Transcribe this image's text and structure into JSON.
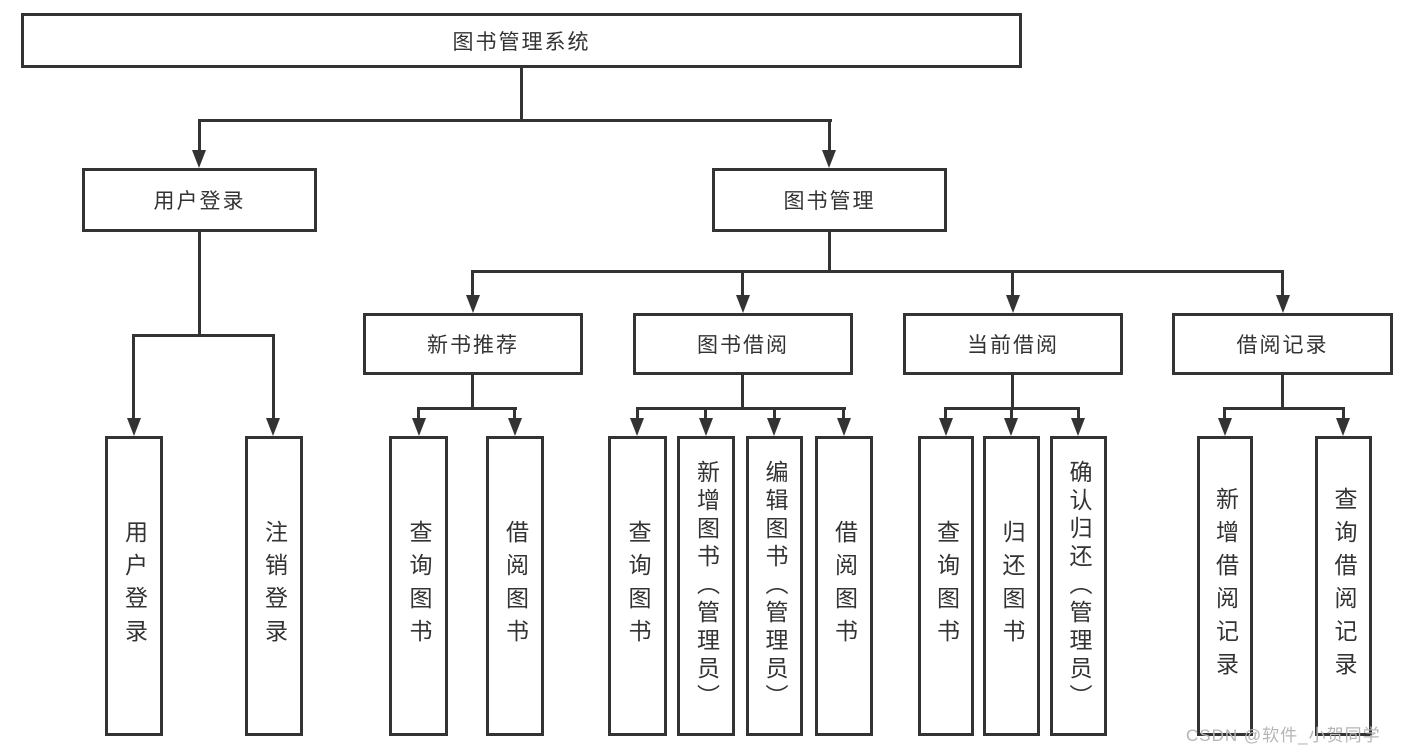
{
  "diagram": {
    "type": "hierarchy-tree",
    "title": "图书管理系统",
    "nodes": {
      "root": "图书管理系统",
      "user_login": "用户登录",
      "book_management": "图书管理",
      "new_book_recommend": "新书推荐",
      "book_borrow": "图书借阅",
      "current_borrow": "当前借阅",
      "borrow_record": "借阅记录",
      "leaves": {
        "user_login": "用户登录",
        "logout": "注销登录",
        "rec_query_book": "查询图书",
        "rec_borrow_book": "借阅图书",
        "bb_query_book": "查询图书",
        "bb_add_book": "新增图书（管理员）",
        "bb_edit_book": "编辑图书（管理员）",
        "bb_borrow_book": "借阅图书",
        "cb_query_book": "查询图书",
        "cb_return_book": "归还图书",
        "cb_confirm_return": "确认归还（管理员）",
        "br_add_record": "新增借阅记录",
        "br_query_record": "查询借阅记录"
      }
    },
    "edges": [
      [
        "图书管理系统",
        "用户登录"
      ],
      [
        "图书管理系统",
        "图书管理"
      ],
      [
        "用户登录",
        "用户登录(叶)"
      ],
      [
        "用户登录",
        "注销登录"
      ],
      [
        "图书管理",
        "新书推荐"
      ],
      [
        "图书管理",
        "图书借阅"
      ],
      [
        "图书管理",
        "当前借阅"
      ],
      [
        "图书管理",
        "借阅记录"
      ],
      [
        "新书推荐",
        "查询图书"
      ],
      [
        "新书推荐",
        "借阅图书"
      ],
      [
        "图书借阅",
        "查询图书"
      ],
      [
        "图书借阅",
        "新增图书（管理员）"
      ],
      [
        "图书借阅",
        "编辑图书（管理员）"
      ],
      [
        "图书借阅",
        "借阅图书"
      ],
      [
        "当前借阅",
        "查询图书"
      ],
      [
        "当前借阅",
        "归还图书"
      ],
      [
        "当前借阅",
        "确认归还（管理员）"
      ],
      [
        "借阅记录",
        "新增借阅记录"
      ],
      [
        "借阅记录",
        "查询借阅记录"
      ]
    ]
  },
  "watermark": "CSDN @软件_小贺同学",
  "colors": {
    "line": "#333333",
    "text": "#333333",
    "watermark": "#b5b5b5",
    "background": "#ffffff"
  }
}
